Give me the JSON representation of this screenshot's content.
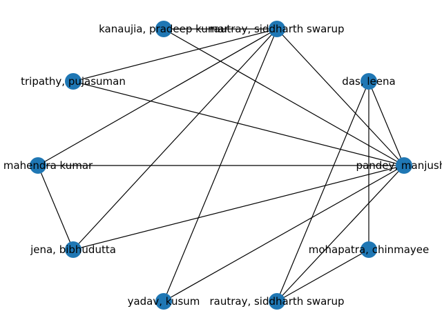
{
  "graph": {
    "node_color": "#1f77b4",
    "edge_color": "#000000",
    "nodes": [
      {
        "id": "n0",
        "label": "kanaujia, pradeep kumar"
      },
      {
        "id": "n1",
        "label": "rautray, siddharth swarup"
      },
      {
        "id": "n2",
        "label": "das, leena"
      },
      {
        "id": "n3",
        "label": "tripathy, pujasuman"
      },
      {
        "id": "n4",
        "label": "pandey, manjusha"
      },
      {
        "id": "n5",
        "label": "ria, mahendra kumar"
      },
      {
        "id": "n6",
        "label": "jena, bibhudutta"
      },
      {
        "id": "n7",
        "label": "mohapatra, chinmayee"
      },
      {
        "id": "n8",
        "label": "yadav, kusum"
      },
      {
        "id": "n9",
        "label": "rautray, siddharth swarup"
      }
    ],
    "edges": [
      [
        "n0",
        "n1"
      ],
      [
        "n0",
        "n4"
      ],
      [
        "n1",
        "n3"
      ],
      [
        "n1",
        "n4"
      ],
      [
        "n1",
        "n5"
      ],
      [
        "n1",
        "n6"
      ],
      [
        "n1",
        "n8"
      ],
      [
        "n3",
        "n4"
      ],
      [
        "n2",
        "n4"
      ],
      [
        "n2",
        "n7"
      ],
      [
        "n2",
        "n9"
      ],
      [
        "n5",
        "n4"
      ],
      [
        "n5",
        "n6"
      ],
      [
        "n6",
        "n4"
      ],
      [
        "n8",
        "n4"
      ],
      [
        "n9",
        "n4"
      ],
      [
        "n9",
        "n7"
      ]
    ]
  }
}
